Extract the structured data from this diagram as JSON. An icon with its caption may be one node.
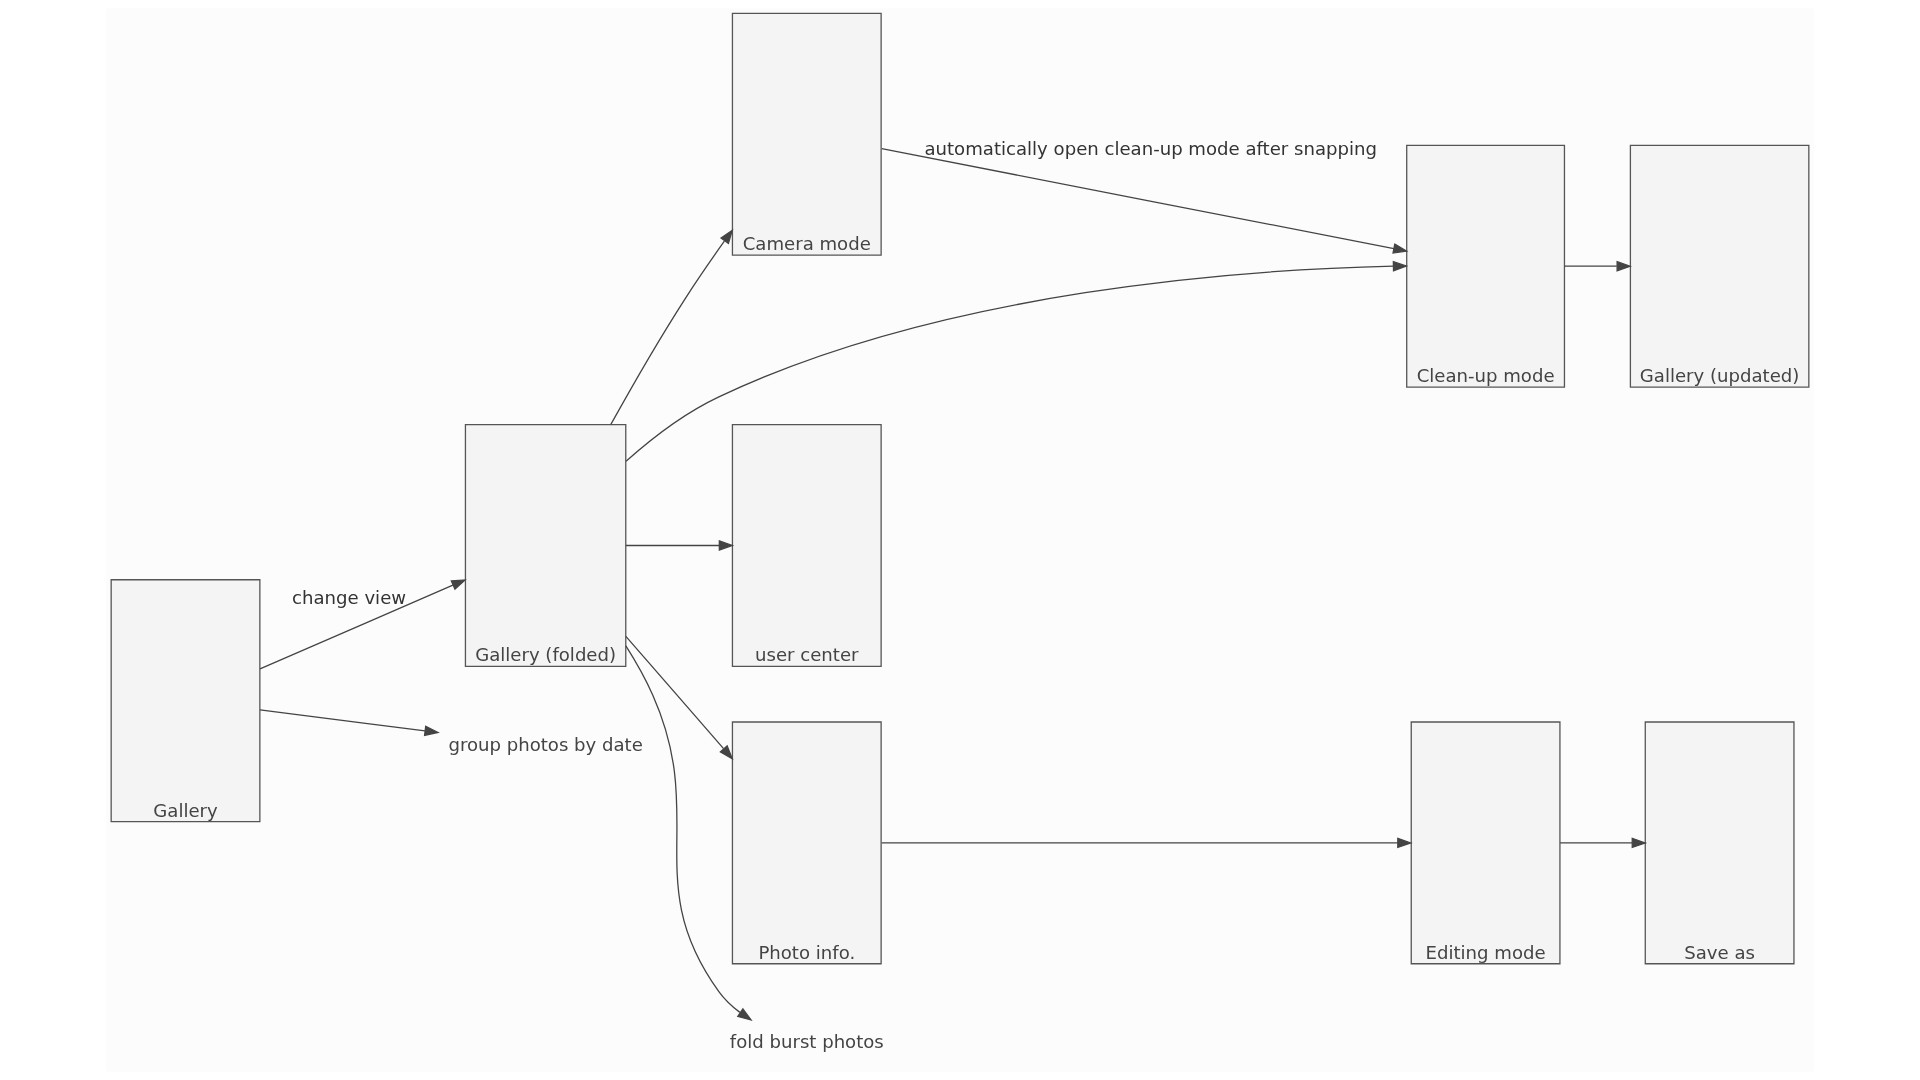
{
  "diagram": {
    "nodes": [
      {
        "text": [
          "Gallery"
        ]
      },
      {
        "text": [
          "Gallery (folded)"
        ]
      },
      {
        "text": [
          "Camera mode"
        ]
      },
      {
        "text": [
          "Clean-up mode"
        ]
      },
      {
        "text": [
          "Gallery (updated)"
        ]
      },
      {
        "text": [
          "user center"
        ]
      },
      {
        "text": [
          "Photo info."
        ]
      },
      {
        "text": [
          "Editing mode"
        ]
      },
      {
        "text": [
          "Save as"
        ]
      },
      {
        "text": [
          "group photos by date"
        ]
      },
      {
        "text": [
          "fold burst photos"
        ]
      }
    ],
    "edges": [
      {
        "from": 0,
        "to": 1,
        "arrow": "to",
        "label": "change view"
      },
      {
        "from": 0,
        "to": 9,
        "arrow": "to"
      },
      {
        "from": 1,
        "to": 10,
        "arrow": "to"
      },
      {
        "from": 1,
        "to": 5,
        "arrow": "to"
      },
      {
        "from": 1,
        "to": 6,
        "arrow": "to"
      },
      {
        "from": 1,
        "to": 2,
        "arrow": "to"
      },
      {
        "from": 1,
        "to": 3,
        "arrow": "to"
      },
      {
        "from": 2,
        "to": 3,
        "arrow": "to",
        "label": "automatically open clean-up mode after snapping"
      },
      {
        "from": 3,
        "to": 4,
        "arrow": "to"
      },
      {
        "from": 6,
        "to": 7,
        "arrow": "to"
      },
      {
        "from": 7,
        "to": 8,
        "arrow": "to"
      }
    ]
  }
}
